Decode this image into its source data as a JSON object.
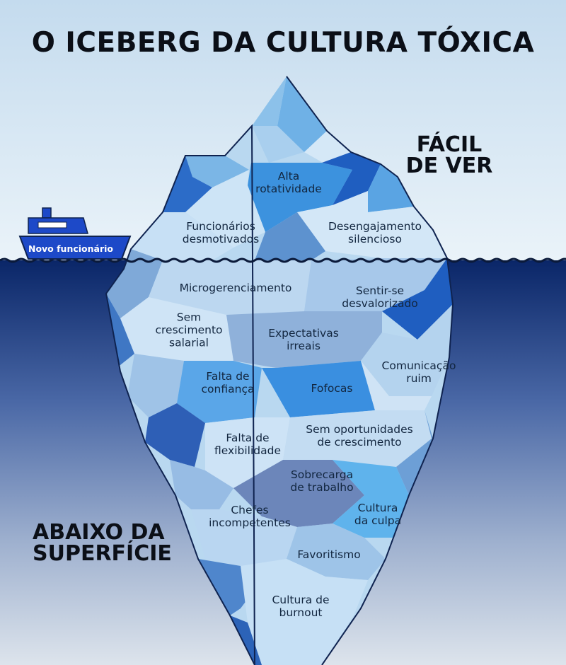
{
  "title": "O ICEBERG DA CULTURA TÓXICA",
  "above_label": {
    "line1": "FÁCIL",
    "line2": "DE VER"
  },
  "below_label": {
    "line1": "ABAIXO DA",
    "line2": "SUPERFÍCIE"
  },
  "boat": {
    "label": "Novo funcionário"
  },
  "above_surface": [
    {
      "lines": [
        "Alta",
        "rotatividade"
      ]
    },
    {
      "lines": [
        "Funcionários",
        "desmotivados"
      ]
    },
    {
      "lines": [
        "Desengajamento",
        "silencioso"
      ]
    }
  ],
  "below_surface": [
    {
      "lines": [
        "Microgerenciamento"
      ]
    },
    {
      "lines": [
        "Sentir-se",
        "desvalorizado"
      ]
    },
    {
      "lines": [
        "Sem",
        "crescimento",
        "salarial"
      ]
    },
    {
      "lines": [
        "Expectativas",
        "irreais"
      ]
    },
    {
      "lines": [
        "Falta de",
        "confiança"
      ]
    },
    {
      "lines": [
        "Fofocas"
      ]
    },
    {
      "lines": [
        "Comunicação",
        "ruim"
      ]
    },
    {
      "lines": [
        "Falta de",
        "flexibilidade"
      ]
    },
    {
      "lines": [
        "Sem oportunidades",
        "de crescimento"
      ]
    },
    {
      "lines": [
        "Sobrecarga",
        "de trabalho"
      ]
    },
    {
      "lines": [
        "Chefes",
        "incompetentes"
      ]
    },
    {
      "lines": [
        "Cultura",
        "da culpa"
      ]
    },
    {
      "lines": [
        "Favoritismo"
      ]
    },
    {
      "lines": [
        "Cultura de",
        "burnout"
      ]
    }
  ],
  "colors": {
    "sky_top": "#c7dcee",
    "sky_bottom": "#e9f2f8",
    "water_top": "#0c2a6e",
    "water_bottom": "#d4dde8",
    "ice_light": "#c9e2f5",
    "ice_mid": "#8fc0e6",
    "ice_blue": "#4a9fe0",
    "ice_dark": "#1f4f9c",
    "outline": "#0f2350",
    "boat": "#1d49c8"
  }
}
